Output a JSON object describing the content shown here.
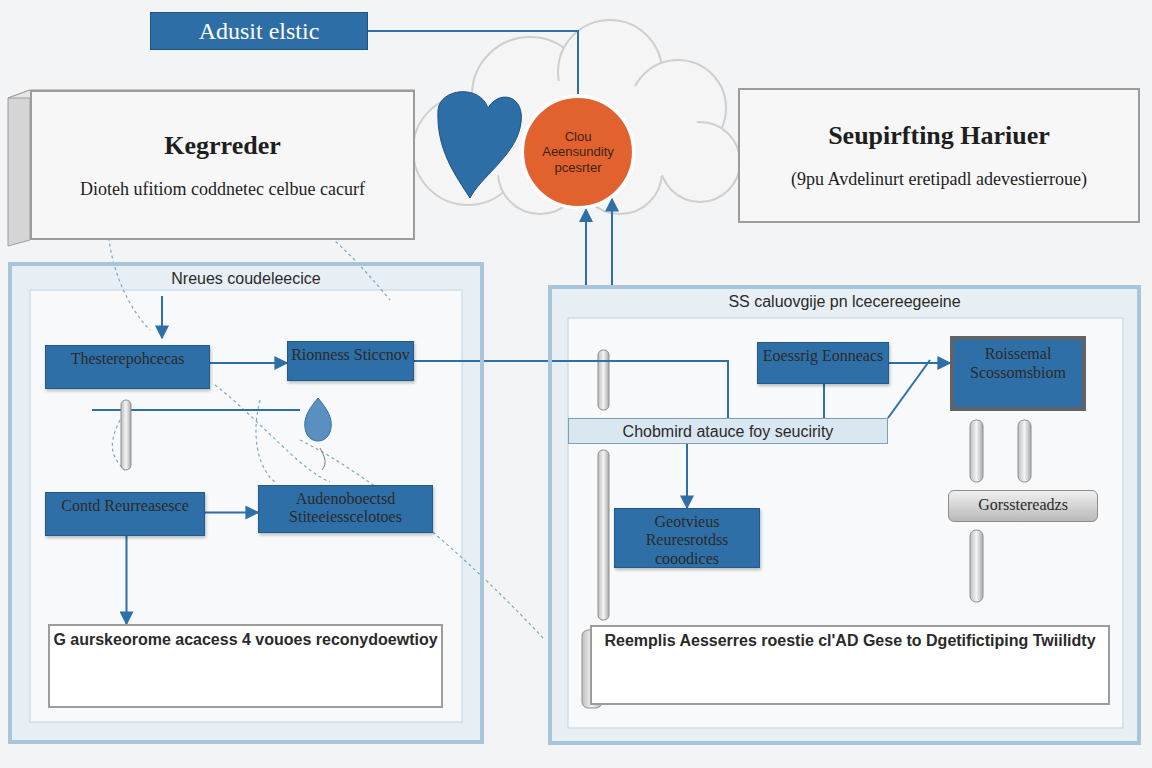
{
  "diagram": {
    "nodes": [
      {
        "text": [
          "Adusit elstic"
        ]
      },
      {
        "text": [
          "Kegrreder",
          "Dioteh ufitiom coddnetec celbue cacurf"
        ]
      },
      {
        "text": [
          "Clou Aeensundity pcesrter"
        ]
      },
      {
        "text": [
          "Seupirfting Hariuer",
          "(9pu Avdelinurt eretipadl adevestierroue)"
        ]
      },
      {
        "text": [
          "Nreues coudeleecice"
        ]
      },
      {
        "text": [
          "Thesterepohcecas"
        ],
        "in": 4
      },
      {
        "text": [
          "Rionness Sticcnov"
        ],
        "in": 4
      },
      {
        "text": [
          "Contd Reurreasesce"
        ],
        "in": 4
      },
      {
        "text": [
          "Audenoboectsd Stiteeiesscelotoes"
        ],
        "in": 4
      },
      {
        "text": [
          "G aurskeorome acacess 4 vouoes reconydoewtioy"
        ],
        "in": 4
      },
      {
        "text": [
          "SS caluovgije pn lcecereegeeine"
        ]
      },
      {
        "text": [
          "Eoessrig Eonneacs"
        ],
        "in": 10
      },
      {
        "text": [
          "Roissemal Scossomsbiom"
        ],
        "in": 10
      },
      {
        "text": [
          "Chobmird atauce foy seucirity"
        ],
        "in": 10
      },
      {
        "text": [
          "Geotvieus Reuresrotdss cooodices"
        ],
        "in": 10
      },
      {
        "text": [
          "Gorsstereadzs"
        ],
        "in": 10
      },
      {
        "text": [
          "Reemplis Aesserres roestie cl'AD Gese to Dgetifictiping Twiilidty"
        ],
        "in": 10
      }
    ],
    "edges": [
      {
        "from": 0,
        "to": 2,
        "arrow": "none"
      },
      {
        "from": 10,
        "to": 2,
        "arrow": "to"
      },
      {
        "from": 10,
        "to": 2,
        "arrow": "to"
      },
      {
        "from": 5,
        "to": 6,
        "arrow": "to"
      },
      {
        "from": 7,
        "to": 8,
        "arrow": "to"
      },
      {
        "from": 7,
        "to": 9,
        "arrow": "to"
      },
      {
        "from": 6,
        "to": 13,
        "arrow": "none"
      },
      {
        "from": 11,
        "to": 12,
        "arrow": "to"
      },
      {
        "from": 13,
        "to": 14,
        "arrow": "to"
      }
    ]
  }
}
